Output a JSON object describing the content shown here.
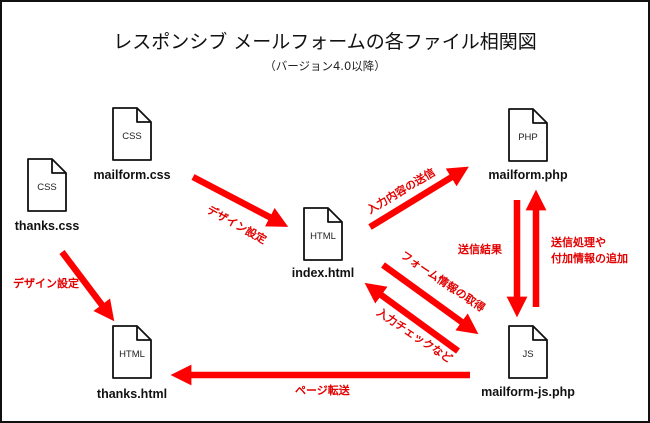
{
  "title": "レスポンシブ メールフォームの各ファイル相関図",
  "subtitle": "（バージョン4.0以降）",
  "accent_color": "#ff0000",
  "files": {
    "mailform_css": {
      "type": "CSS",
      "name": "mailform.css",
      "icon": "document-icon"
    },
    "thanks_css": {
      "type": "CSS",
      "name": "thanks.css",
      "icon": "document-icon"
    },
    "index_html": {
      "type": "HTML",
      "name": "index.html",
      "icon": "document-icon"
    },
    "thanks_html": {
      "type": "HTML",
      "name": "thanks.html",
      "icon": "document-icon"
    },
    "mailform_php": {
      "type": "PHP",
      "name": "mailform.php",
      "icon": "document-icon"
    },
    "mailform_js_php": {
      "type": "JS",
      "name": "mailform-js.php",
      "icon": "document-icon"
    }
  },
  "flows": {
    "design_setting_1": "デザイン設定",
    "design_setting_2": "デザイン設定",
    "send_input": "入力内容の送信",
    "get_form_info": "フォーム情報の取得",
    "input_check": "入力チェックなど",
    "send_result": "送信結果",
    "send_process_line1": "送信処理や",
    "send_process_line2": "付加情報の追加",
    "page_transition": "ページ転送"
  }
}
